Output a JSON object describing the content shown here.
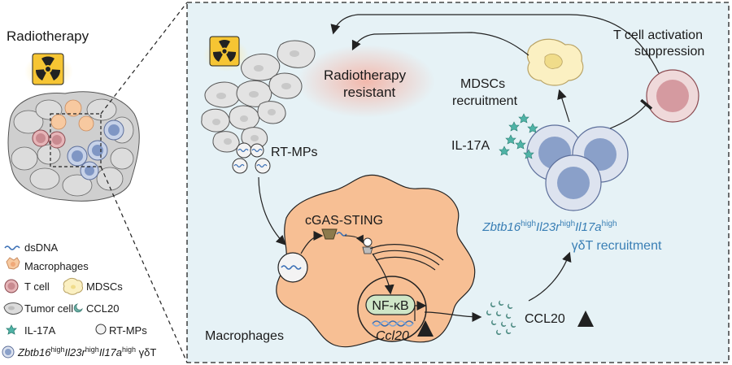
{
  "left": {
    "title": "Radiotherapy"
  },
  "legend": {
    "dsdna": "dsDNA",
    "macrophages": "Macrophages",
    "tcell": "T cell",
    "mdscs": "MDSCs",
    "tumor_cell": "Tumor cell",
    "ccl20": "CCL20",
    "il17a": "IL-17A",
    "rtmps": "RT-MPs",
    "gdt_gene1": "Zbtb16",
    "gdt_sup1": "high",
    "gdt_gene2": "Il23r",
    "gdt_sup2": "high",
    "gdt_gene3": "Il17a",
    "gdt_sup3": "high",
    "gdt_suffix": " γδT"
  },
  "panel": {
    "resistant_line1": "Radiotherapy",
    "resistant_line2": "resistant",
    "mdsc_line1": "MDSCs",
    "mdsc_line2": "recruitment",
    "tcell_line1": "T cell activation",
    "tcell_line2": "suppression",
    "rtmps": "RT-MPs",
    "il17a": "IL-17A",
    "cgas": "cGAS-STING",
    "nfkb": "NF-κB",
    "ccl20_gene": "Ccl20",
    "macrophages": "Macrophages",
    "ccl20": "CCL20",
    "gdt_gene1": "Zbtb16",
    "gdt_sup1": "high",
    "gdt_gene2": "Il23r",
    "gdt_sup2": "high",
    "gdt_gene3": "Il17a",
    "gdt_sup3": "high",
    "gdt_recruit": "γδT recruitment"
  },
  "colors": {
    "panel_bg": "#e6f2f6",
    "tumor": "#d8d8d8",
    "macrophage": "#f7bf94",
    "mdsc": "#fbf0c2",
    "tcell": "#e6b5b8",
    "gdt_outer": "#dde3ef",
    "gdt_inner": "#8aa0c9",
    "accent_blue": "#3a7fb5",
    "up_arrow": "#e02020",
    "il17a_star": "#4fb3a6"
  }
}
